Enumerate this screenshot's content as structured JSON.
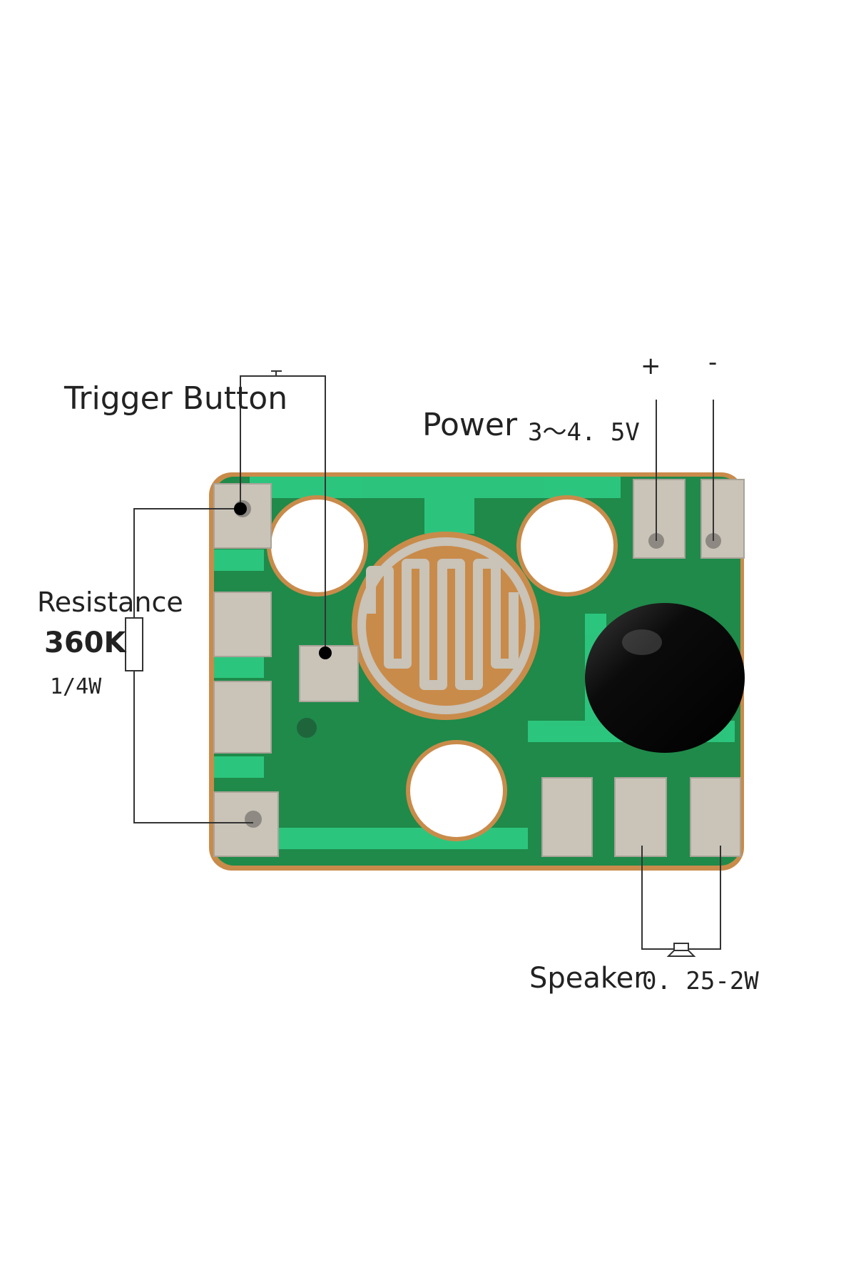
{
  "labels": {
    "trigger": "Trigger Button",
    "power": "Power",
    "power_voltage": "3〜4. 5V",
    "plus": "+",
    "minus": "-",
    "resistance": "Resistance",
    "resistance_value": "360K",
    "resistance_power": "1/4W",
    "speaker": "Speaker",
    "speaker_power": "0. 25-2W"
  },
  "colors": {
    "board_green": "#1f8a4a",
    "trace_green": "#2fcf86",
    "copper": "#c98b4a",
    "pad_silver": "#c9c3b8",
    "blob_black": "#0b0b0b",
    "wire": "#333333"
  }
}
